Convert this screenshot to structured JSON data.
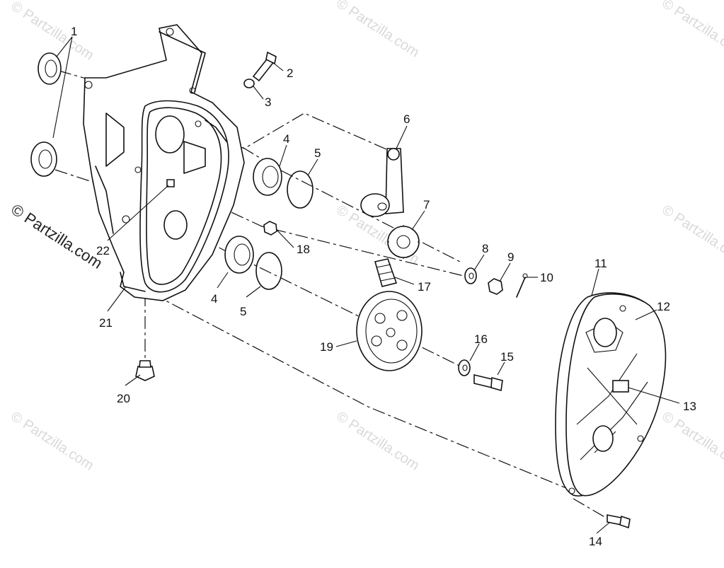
{
  "watermark": {
    "text": "© Partzilla.com",
    "color": "#d9d9d9",
    "dark_color": "#222222"
  },
  "callouts": [
    "1",
    "2",
    "3",
    "4",
    "5",
    "6",
    "7",
    "8",
    "9",
    "10",
    "11",
    "12",
    "13",
    "14",
    "15",
    "16",
    "17",
    "18",
    "19",
    "20",
    "21",
    "22",
    "4",
    "5"
  ]
}
